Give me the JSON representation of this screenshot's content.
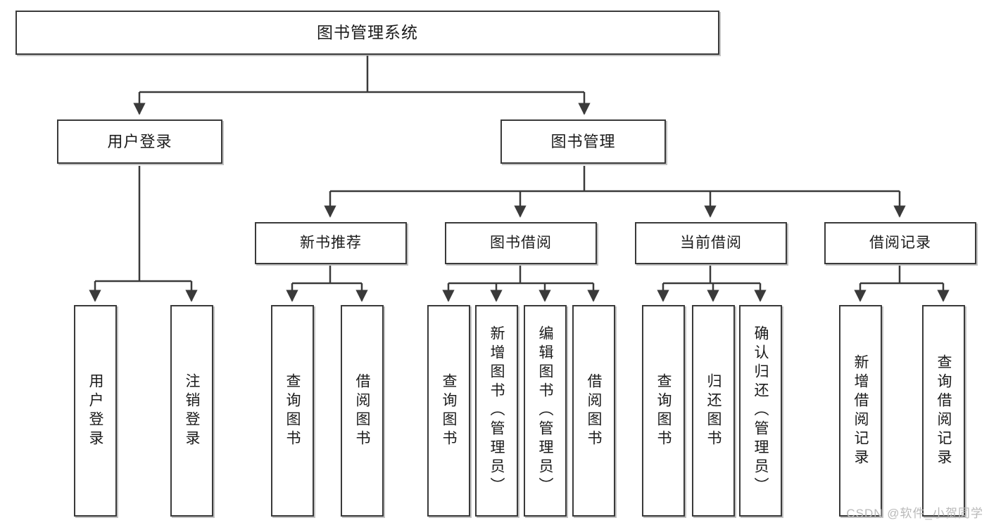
{
  "diagram": {
    "title": "图书管理系统",
    "type": "tree",
    "watermark": "CSDN @软件_小贺同学",
    "colors": {
      "border": "#3a3a3a",
      "text": "#1b1b1b",
      "background": "#ffffff",
      "watermark": "#b9b9b9"
    },
    "root": {
      "label": "图书管理系统"
    },
    "level2": [
      {
        "label": "用户登录"
      },
      {
        "label": "图书管理"
      }
    ],
    "level3": [
      {
        "label": "新书推荐"
      },
      {
        "label": "图书借阅"
      },
      {
        "label": "当前借阅"
      },
      {
        "label": "借阅记录"
      }
    ],
    "leaves": [
      {
        "label": "用户登录",
        "parent": "用户登录"
      },
      {
        "label": "注销登录",
        "parent": "用户登录"
      },
      {
        "label": "查询图书",
        "parent": "新书推荐"
      },
      {
        "label": "借阅图书",
        "parent": "新书推荐"
      },
      {
        "label": "查询图书",
        "parent": "图书借阅"
      },
      {
        "label": "新增图书（管理员）",
        "parent": "图书借阅"
      },
      {
        "label": "编辑图书（管理员）",
        "parent": "图书借阅"
      },
      {
        "label": "借阅图书",
        "parent": "图书借阅"
      },
      {
        "label": "查询图书",
        "parent": "当前借阅"
      },
      {
        "label": "归还图书",
        "parent": "当前借阅"
      },
      {
        "label": "确认归还（管理员）",
        "parent": "当前借阅"
      },
      {
        "label": "新增借阅记录",
        "parent": "借阅记录"
      },
      {
        "label": "查询借阅记录",
        "parent": "借阅记录"
      }
    ]
  }
}
